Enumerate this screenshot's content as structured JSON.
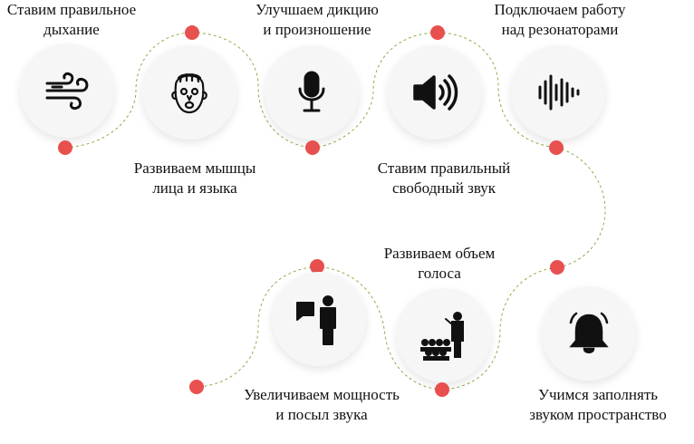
{
  "steps": [
    {
      "label": "Ставим правильное\nдыхание",
      "icon": "wind-icon"
    },
    {
      "label": "Развиваем мышцы\nлица и языка",
      "icon": "face-icon"
    },
    {
      "label": "Улучшаем дикцию\nи произношение",
      "icon": "microphone-icon"
    },
    {
      "label": "Ставим правильный\nсвободный звук",
      "icon": "speaker-icon"
    },
    {
      "label": "Подключаем работу\nнад резонаторами",
      "icon": "sound-wave-icon"
    },
    {
      "label": "Учимся заполнять\nзвуком пространство",
      "icon": "bell-icon"
    },
    {
      "label": "Развиваем объем\nголоса",
      "icon": "speaker-audience-icon"
    },
    {
      "label": "Увеличиваем мощность\nи посыл звука",
      "icon": "speaker-person-icon"
    }
  ],
  "colors": {
    "accent": "#e8504f",
    "connector": "#8bb04a",
    "circle": "#f6f6f6",
    "icon": "#111111"
  }
}
